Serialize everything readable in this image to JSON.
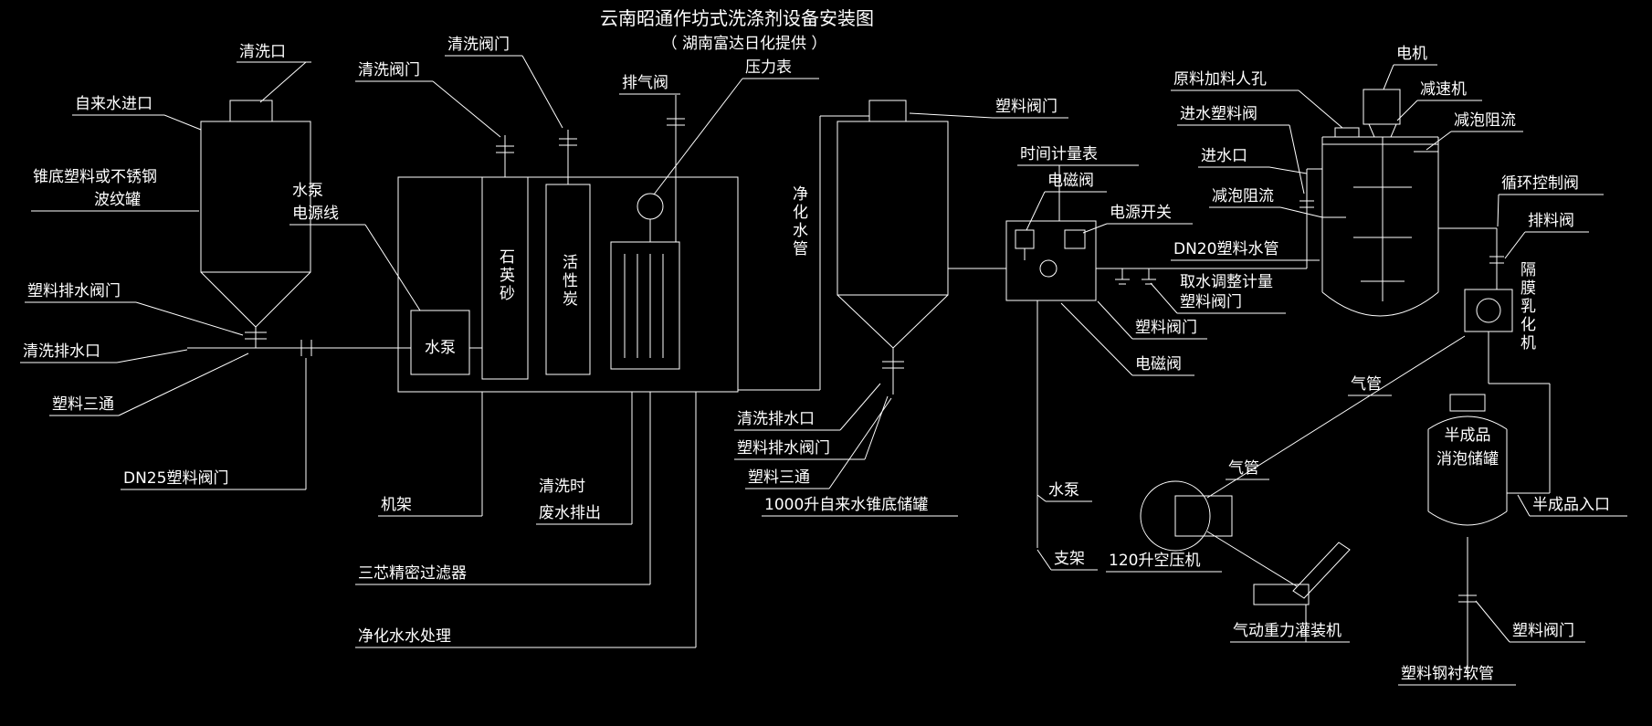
{
  "header": {
    "title": "云南昭通作坊式洗涤剂设备安装图",
    "subtitle": "（ 湖南富达日化提供 ）"
  },
  "left_tank": {
    "cleaning_port": "清洗口",
    "tap_water_inlet": "自来水进口",
    "cone_material_line1": "锥底塑料或不锈钢",
    "cone_material_line2": "波纹罐",
    "plastic_drain_valve": "塑料排水阀门",
    "cleaning_drain_outlet": "清洗排水口",
    "plastic_tee": "塑料三通",
    "dn25_valve": "DN25塑料阀门"
  },
  "filter_unit": {
    "cleaning_valve_1": "清洗阀门",
    "cleaning_valve_2": "清洗阀门",
    "exhaust_valve": "排气阀",
    "pressure_gauge": "压力表",
    "pump_power_line1": "水泵",
    "pump_power_line2": "电源线",
    "quartz_sand": "石英砂",
    "activated_carbon": "活性炭",
    "water_pump": "水泵",
    "frame": "机架",
    "cleaning_waste_line1": "清洗时",
    "cleaning_waste_line2": "废水排出",
    "precision_filter": "三芯精密过滤器",
    "purified_water_treatment": "净化水水处理"
  },
  "water_tank": {
    "purified_water_pipe": "净化水管",
    "plastic_valve": "塑料阀门",
    "cleaning_drain_outlet": "清洗排水口",
    "plastic_drain_valve": "塑料排水阀门",
    "plastic_tee": "塑料三通",
    "caption": "1000升自来水锥底储罐"
  },
  "control": {
    "time_meter": "时间计量表",
    "solenoid_valve_top": "电磁阀",
    "power_switch": "电源开关",
    "dn20_pipe": "DN20塑料水管",
    "intake_adjust_line1": "取水调整计量",
    "intake_adjust_line2": "塑料阀门",
    "plastic_valve": "塑料阀门",
    "solenoid_valve_bottom": "电磁阀",
    "water_pump": "水泵",
    "support": "支架"
  },
  "compressor": {
    "caption": "120升空压机",
    "air_pipe_1": "气管",
    "air_pipe_2": "气管"
  },
  "mixing_tank": {
    "manhole": "原料加料人孔",
    "motor": "电机",
    "reducer": "减速机",
    "inlet_plastic_valve": "进水塑料阀",
    "foam_baffle_right": "减泡阻流",
    "water_inlet": "进水口",
    "foam_baffle_left": "减泡阻流",
    "circulation_valve": "循环控制阀",
    "discharge_valve": "排料阀",
    "emulsifier": "隔膜乳化机"
  },
  "defoam_tank": {
    "name_line1": "半成品",
    "name_line2": "消泡储罐",
    "inlet": "半成品入口",
    "plastic_valve": "塑料阀门",
    "hose": "塑料钢衬软管"
  },
  "filling_machine": {
    "caption": "气动重力灌装机"
  }
}
